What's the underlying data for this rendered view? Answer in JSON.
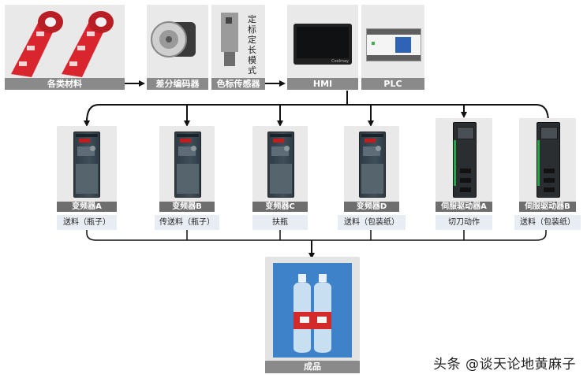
{
  "top_row": {
    "materials": {
      "label": "各类材料"
    },
    "encoder": {
      "label": "差分编码器"
    },
    "color_sensor": {
      "label": "色标传感器",
      "mode_text": "定标定长模式"
    },
    "hmi": {
      "label": "HMI",
      "brand": "Coolmay"
    },
    "plc": {
      "label": "PLC"
    }
  },
  "devices": [
    {
      "label": "变频器A",
      "function": "送料（瓶子）"
    },
    {
      "label": "变频器B",
      "function": "传送料（瓶子）"
    },
    {
      "label": "变频器C",
      "function": "扶瓶"
    },
    {
      "label": "变频器D",
      "function": "送料（包装纸）"
    },
    {
      "label": "伺服驱动器A",
      "function": "切刀动作"
    },
    {
      "label": "伺服驱动器B",
      "function": "送料（包装纸）"
    }
  ],
  "product": {
    "label": "成品"
  },
  "watermark": "头条 @谈天论地黄麻子",
  "colors": {
    "caption_bg": "#8a8a8a",
    "device_caption_bg": "#6e6e6e",
    "function_bg": "#e8edf4",
    "arrow": "#111111"
  }
}
